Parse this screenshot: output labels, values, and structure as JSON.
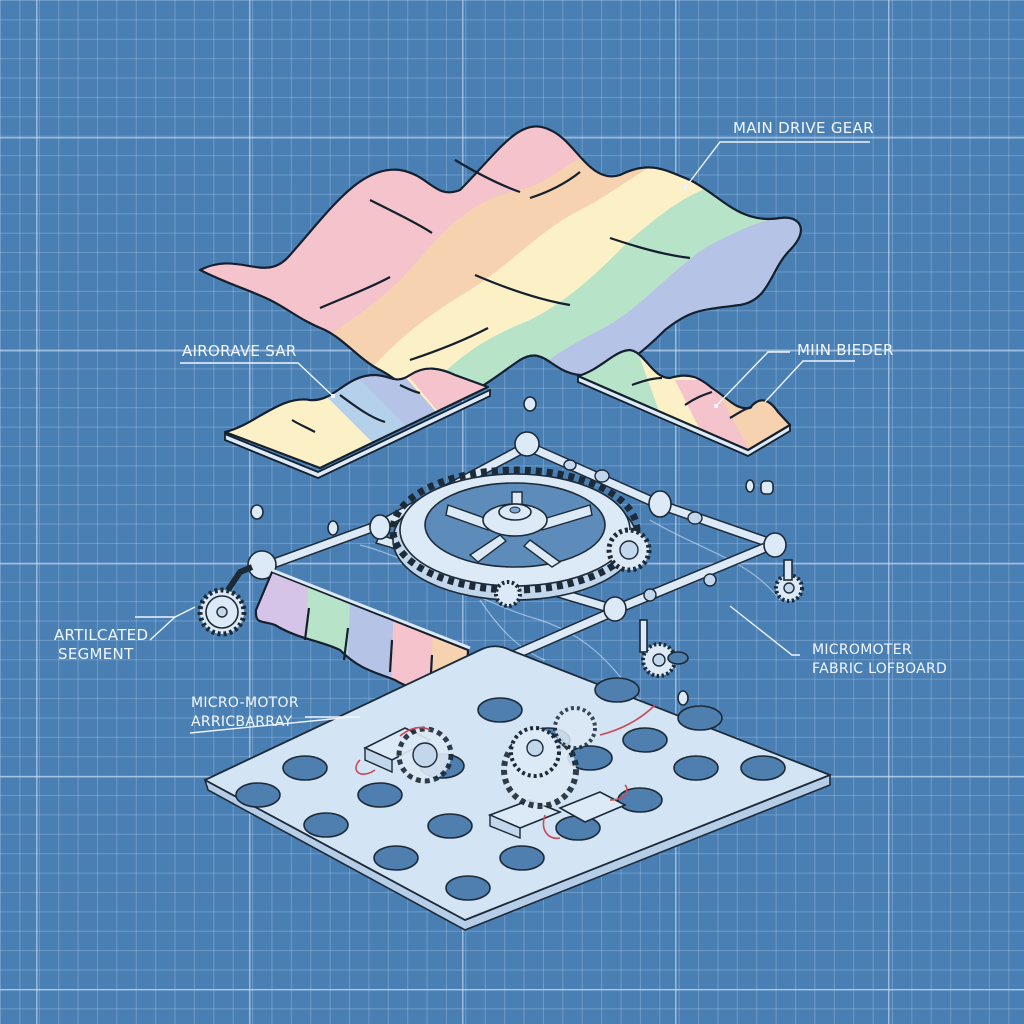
{
  "diagram": {
    "style": "exploded isometric blueprint",
    "background_color": "#4a7fb4",
    "grid_color": "#dcebff",
    "fabric_colors": [
      "#f5c3cc",
      "#f6d2b0",
      "#fbf0c6",
      "#b7e3c8",
      "#b4c3e6",
      "#d6c4e8"
    ],
    "metal_color": "#dce9f6",
    "wire_color": "#c94a58"
  },
  "labels": {
    "main_drive_gear": {
      "text": "MAIN DRIVE GEAR"
    },
    "airorave_sar": {
      "text": "AIRORAVE SAR"
    },
    "miin_bieder": {
      "text": "MIIN BIEDER"
    },
    "articulated_segment": {
      "line1": "ARTILCATED",
      "line2": "SEGMENT"
    },
    "micromoter_fabric": {
      "line1": "MICROMOTER",
      "line2": "FABRIC LOFBOARD"
    },
    "micro_motor_array": {
      "line1": "MICRO-MOTOR",
      "line2": "ARRICBARRAY"
    }
  },
  "components": [
    {
      "id": "main-fabric-sheet",
      "name": "Wavy rainbow fabric sheet"
    },
    {
      "id": "left-fabric-panel",
      "name": "Small fabric panel (left)"
    },
    {
      "id": "right-fabric-panel",
      "name": "Small fabric panel (right)"
    },
    {
      "id": "drive-gear-frame",
      "name": "Main gear with rod frame"
    },
    {
      "id": "articulated-segment",
      "name": "Articulated fabric segment"
    },
    {
      "id": "perforated-base-board",
      "name": "Perforated base board with motors"
    }
  ]
}
